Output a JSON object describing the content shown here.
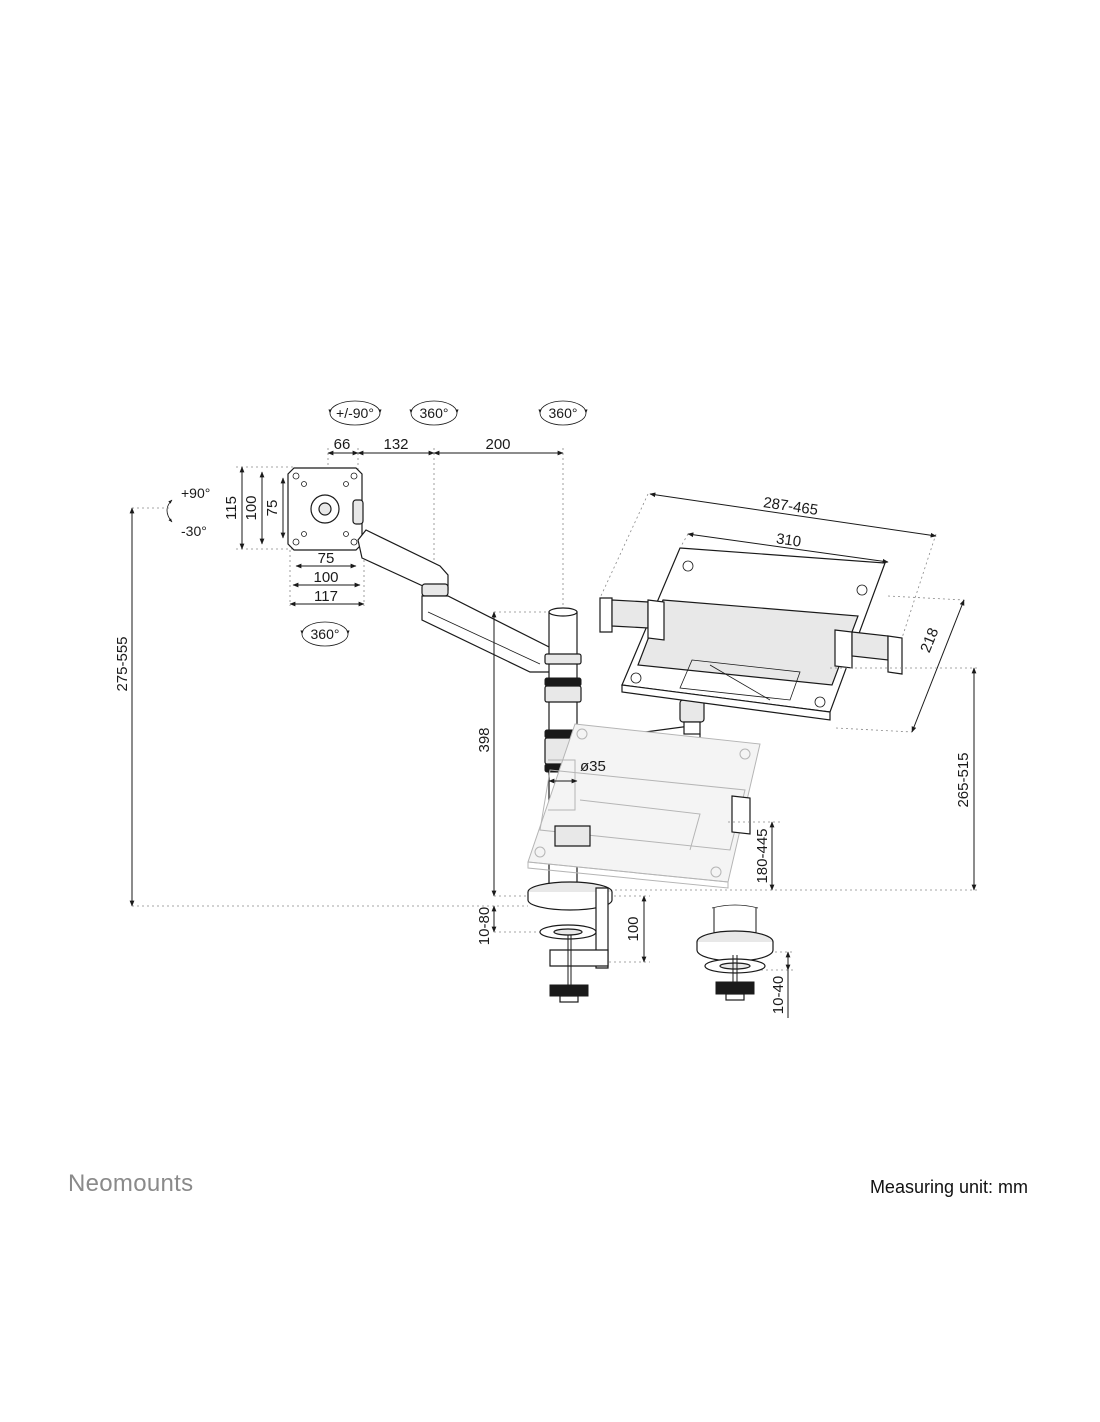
{
  "rotation_labels": {
    "tilt": "+/-90°",
    "swivel_mid": "360°",
    "swivel_top": "360°",
    "rotate_plate": "360°",
    "tilt_up": "+90°",
    "tilt_down": "-30°"
  },
  "dimensions": {
    "arm_66": "66",
    "arm_132": "132",
    "arm_200": "200",
    "vesa_h_115": "115",
    "vesa_h_100": "100",
    "vesa_h_75": "75",
    "vesa_w_75": "75",
    "vesa_w_100": "100",
    "vesa_w_117": "117",
    "height_total": "275-555",
    "pole_398": "398",
    "pole_diameter": "ø35",
    "clamp_10_80": "10-80",
    "clamp_100": "100",
    "grommet_10_40": "10-40",
    "tray_width": "287-465",
    "tray_310": "310",
    "tray_depth": "218",
    "tray_height": "265-515",
    "tray_180_445": "180-445"
  },
  "footer": {
    "brand": "Neomounts",
    "unit_note": "Measuring unit: mm"
  }
}
